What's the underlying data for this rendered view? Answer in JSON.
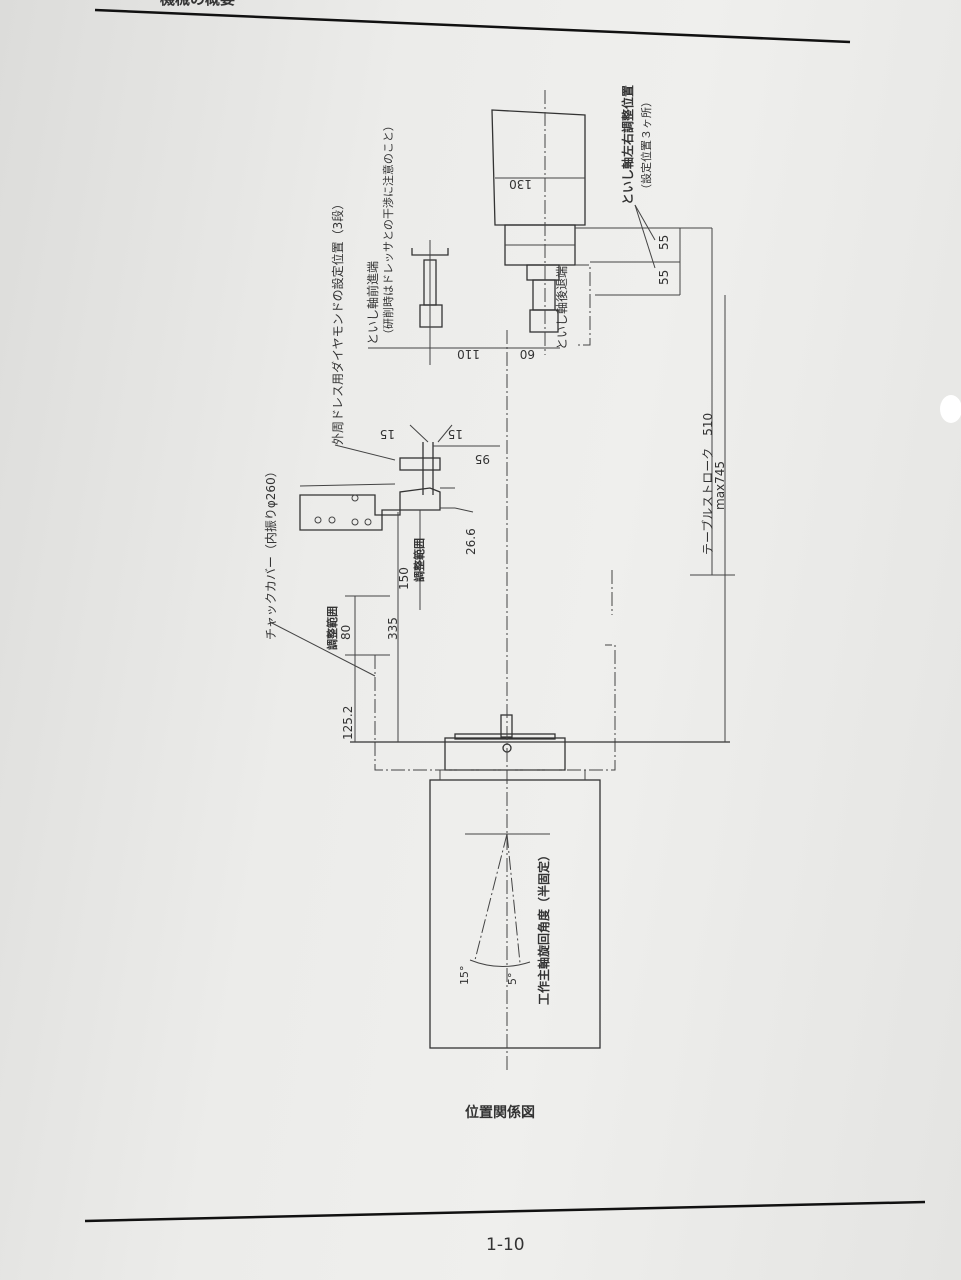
{
  "header": {
    "section_title": "機械の概要"
  },
  "figure": {
    "caption": "位置関係図",
    "labels": {
      "chuck_cover": "チャックカバー（内振りφ260）",
      "dress_diamond": "外周ドレス用ダイヤモンドの設定位置（3段）",
      "wheel_forward": "といし軸前進端",
      "wheel_forward_note": "（研削時はドレッサとの干渉に注意のこと）",
      "wheel_retract": "といし軸後退端",
      "wheel_lr_adjust": "といし軸左右調整位置",
      "wheel_lr_note": "（設定位置３ヶ所）",
      "table_stroke": "テーブルストローク　510",
      "max": "max745",
      "spindle_swivel": "工作主軸旋回角度（半固定）",
      "adj_range_150": "調整範囲",
      "adj_range_80": "調整範囲"
    },
    "dimensions": {
      "d130": "130",
      "d110": "110",
      "d60": "60",
      "d55a": "55",
      "d55b": "55",
      "d15a": "15",
      "d15b": "15",
      "d95": "95",
      "d26_6": "26.6",
      "d150": "150",
      "d335": "335",
      "d80": "80",
      "d125_2": "125.2",
      "ang15": "15°",
      "ang5": "5°"
    }
  },
  "footer": {
    "page_number": "1-10"
  }
}
